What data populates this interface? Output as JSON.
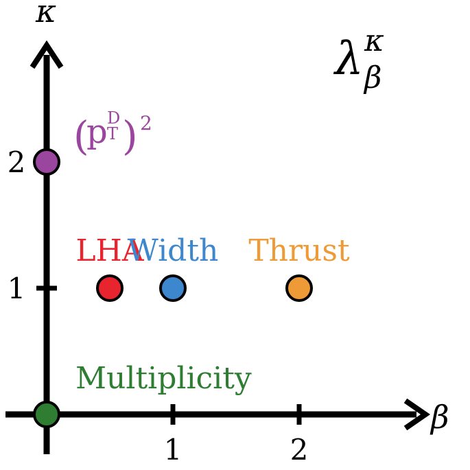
{
  "chart_data": {
    "type": "scatter",
    "title": {
      "symbol": "λ",
      "superscript": "κ",
      "subscript": "β"
    },
    "xlabel": "β",
    "ylabel": "κ",
    "xlim": [
      0,
      3
    ],
    "ylim": [
      0,
      3
    ],
    "x_ticks": [
      {
        "value": 1,
        "label": "1"
      },
      {
        "value": 2,
        "label": "2"
      }
    ],
    "y_ticks": [
      {
        "value": 1,
        "label": "1"
      },
      {
        "value": 2,
        "label": "2"
      }
    ],
    "grid": false,
    "points": [
      {
        "label": "Multiplicity",
        "x": 0,
        "y": 0,
        "color": "#2e7d32",
        "label_anchor": "start"
      },
      {
        "label": "LHA",
        "x": 0.5,
        "y": 1,
        "color": "#e8242f",
        "label_anchor": "middle"
      },
      {
        "label": "Width",
        "x": 1,
        "y": 1,
        "color": "#3d87cf",
        "label_anchor": "middle"
      },
      {
        "label": "Thrust",
        "x": 2,
        "y": 1,
        "color": "#ee9a36",
        "label_anchor": "middle"
      },
      {
        "label": "(pTD)²",
        "x": 0,
        "y": 2,
        "color": "#9b469e",
        "label_anchor": "start"
      }
    ],
    "special_label_parts": {
      "p": "p",
      "T": "T",
      "D": "D",
      "power": "2"
    }
  }
}
